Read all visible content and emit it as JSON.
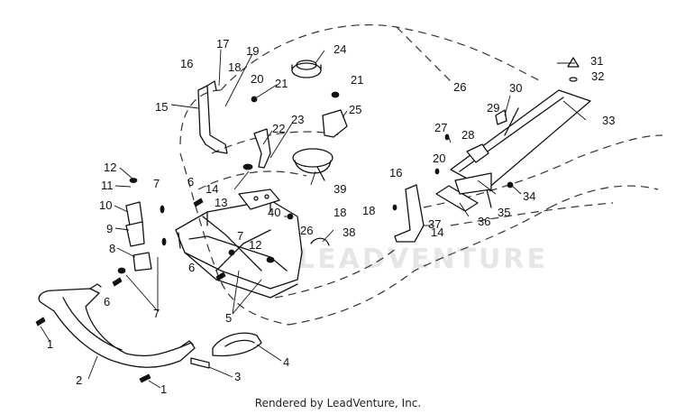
{
  "footer": {
    "credit": "Rendered by LeadVenture, Inc."
  },
  "watermark": {
    "text": "LEADVENTURE"
  },
  "callouts": [
    "1",
    "1",
    "2",
    "3",
    "4",
    "5",
    "6",
    "6",
    "6",
    "7",
    "7",
    "7",
    "8",
    "9",
    "10",
    "11",
    "12",
    "12",
    "13",
    "14",
    "14",
    "15",
    "16",
    "16",
    "17",
    "18",
    "18",
    "18",
    "19",
    "20",
    "20",
    "21",
    "21",
    "22",
    "23",
    "24",
    "25",
    "26",
    "26",
    "27",
    "28",
    "29",
    "30",
    "31",
    "32",
    "33",
    "34",
    "35",
    "36",
    "37",
    "38",
    "39",
    "40"
  ]
}
